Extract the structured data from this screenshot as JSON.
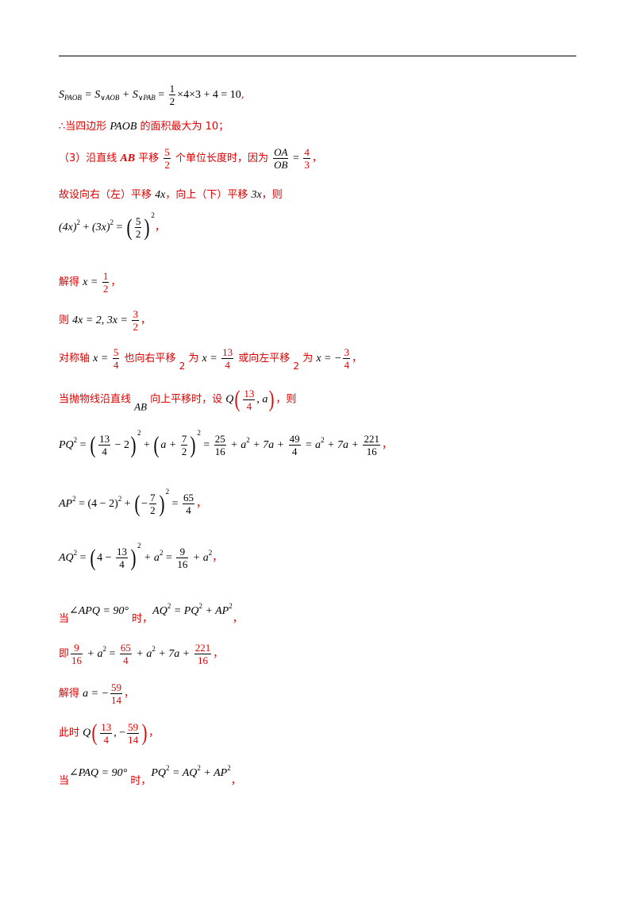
{
  "lines": {
    "l1": {
      "expr_left": "S",
      "sub_paob": "PAOB",
      "eq": " = S",
      "sub_aob": "∨AOB",
      "plus": " + S",
      "sub_pab": "∨PAB",
      "eq2": " = ",
      "num": "1",
      "den": "2",
      "tail": "×4×3 + 4 = 10",
      "punct": ","
    },
    "l2": {
      "pre": "∴当四边形 ",
      "var": "PAOB",
      "post": " 的面积最大为 10；"
    },
    "l3": {
      "pre": "（3）沿直线 ",
      "var": "AB",
      "mid": " 平移 ",
      "num1": "5",
      "den1": "2",
      "mid2": " 个单位长度时，因为 ",
      "num2": "OA",
      "den2": "OB",
      "eq": " = ",
      "num3": "4",
      "den3": "3",
      "punct": "，"
    },
    "l4": {
      "pre": "故设向右（左）平移 ",
      "v1": "4x",
      "mid": "，向上（下）平移 ",
      "v2": "3x",
      "post": "，则"
    },
    "l5": {
      "a": "(4x)",
      "plus": " + ",
      "b": "(3x)",
      "eq": " = ",
      "num": "5",
      "den": "2",
      "exp": "2",
      "punct": "，"
    },
    "l6": {
      "pre": "解得 ",
      "v": "x = ",
      "num": "1",
      "den": "2",
      "punct": "，"
    },
    "l7": {
      "pre": "则 ",
      "expr": "4x = 2, 3x = ",
      "num": "3",
      "den": "2",
      "punct": "，"
    },
    "l8": {
      "pre": "对称轴 ",
      "v": "x = ",
      "num1": "5",
      "den1": "4",
      "mid": " 也向右平移 ",
      "two1": "2",
      "mid2": " 为 ",
      "v2": "x = ",
      "num2": "13",
      "den2": "4",
      "mid3": " 或向左平移 ",
      "two2": "2",
      "mid4": " 为 ",
      "v3": "x = −",
      "num3": "3",
      "den3": "4",
      "punct": "，"
    },
    "l9": {
      "pre": "当抛物线沿直线 ",
      "ab": "AB",
      "mid": " 向上平移时，设 ",
      "q": "Q",
      "num": "13",
      "den": "4",
      "a": ", a",
      "post": "，则"
    },
    "l10": {
      "lhs": "PQ",
      "eq": " = ",
      "n1": "13",
      "d1": "4",
      "m1": " − 2",
      "p": " + ",
      "a": "a + ",
      "n2": "7",
      "d2": "2",
      "eq2": " = ",
      "n3": "25",
      "d3": "16",
      "m2": " + a",
      "m3": " + 7a + ",
      "n4": "49",
      "d4": "4",
      "m4": " = a",
      "m5": " + 7a + ",
      "n5": "221",
      "d5": "16",
      "punct": "，"
    },
    "l11": {
      "lhs": "AP",
      "eq": " = ",
      "base": "(4 − 2)",
      "plus": " + ",
      "neg": "−",
      "n1": "7",
      "d1": "2",
      "eq2": " = ",
      "n2": "65",
      "d2": "4",
      "punct": "，"
    },
    "l12": {
      "lhs": "AQ",
      "eq": " = ",
      "inner": "4 − ",
      "n1": "13",
      "d1": "4",
      "plus": " + a",
      "eq2": " = ",
      "n2": "9",
      "d2": "16",
      "tail": " + a",
      "punct": "，"
    },
    "l13": {
      "pre": "当",
      "angle": "∠APQ = 90°",
      "mid": " 时，",
      "expr1": "AQ",
      "eq": " = PQ",
      "plus": " + AP",
      "punct": "，"
    },
    "l14": {
      "pre": "即",
      "n1": "9",
      "d1": "16",
      "m1": " + a",
      "eq": " = ",
      "n2": "65",
      "d2": "4",
      "m2": " + a",
      "m3": " + 7a + ",
      "n3": "221",
      "d3": "16",
      "punct": "，"
    },
    "l15": {
      "pre": "解得 ",
      "v": "a = −",
      "num": "59",
      "den": "14",
      "punct": "，"
    },
    "l16": {
      "pre": "此时 ",
      "q": "Q",
      "n1": "13",
      "d1": "4",
      "sep": ", −",
      "n2": "59",
      "d2": "14",
      "punct": "，"
    },
    "l17": {
      "pre": "当",
      "angle": "∠PAQ = 90°",
      "mid": " 时，",
      "expr1": "PQ",
      "eq": " = AQ",
      "plus": " + AP",
      "punct": "，"
    }
  },
  "sq": "2"
}
